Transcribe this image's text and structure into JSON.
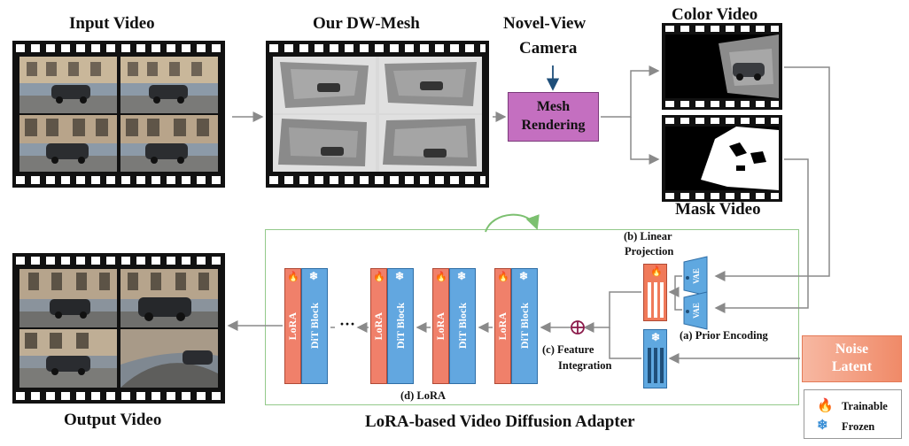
{
  "labels": {
    "input_video": "Input Video",
    "dw_mesh": "Our DW-Mesh",
    "novel_view": "Novel-View",
    "camera": "Camera",
    "color_video": "Color Video",
    "mask_video": "Mask Video",
    "output_video": "Output Video",
    "adapter_title": "LoRA-based Video Diffusion Adapter"
  },
  "mesh_rendering": {
    "line1": "Mesh",
    "line2": "Rendering"
  },
  "noise_latent": {
    "line1": "Noise",
    "line2": "Latent"
  },
  "annotations": {
    "linear_projection_1": "(b) Linear",
    "linear_projection_2": "Projection",
    "prior_encoding": "(a) Prior Encoding",
    "feature_integration_1": "(c) Feature",
    "feature_integration_2": "Integration",
    "lora": "(d) LoRA",
    "ellipsis": "···"
  },
  "blocks": {
    "lora": "LoRA",
    "dit": "DiT Block",
    "vae": "VAE"
  },
  "legend": {
    "trainable": "Trainable",
    "frozen": "Frozen"
  },
  "colors": {
    "lora": "#f0806a",
    "dit": "#62a7e0",
    "mesh_rendering": "#c46fc0",
    "noise_latent": "#f29a7d",
    "adapter_border": "#93c98a",
    "arrow": "#8a8a8a",
    "projection": "#f07a5a",
    "encoder": "#5fa8e0"
  },
  "icons": {
    "trainable": "flame-icon",
    "frozen": "snowflake-icon",
    "add": "circled-plus-icon"
  }
}
